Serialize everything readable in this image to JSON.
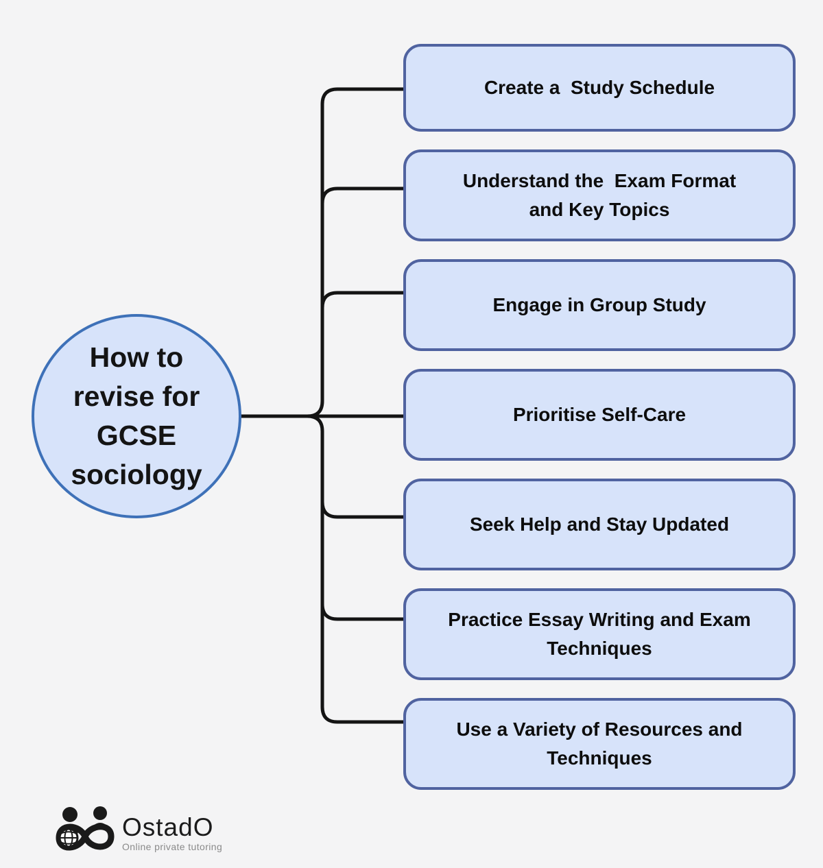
{
  "colors": {
    "background": "#f4f4f5",
    "node_fill": "#d7e3fa",
    "box_border": "#5063a0",
    "circle_border": "#3e71b8",
    "connector": "#141414",
    "box_text": "#0d0d0d",
    "logo_text": "#1c1c1c",
    "tagline_text": "#8a8a8a"
  },
  "diagram": {
    "center": {
      "label": "How to revise for GCSE sociology",
      "lines": [
        "How to",
        "revise for",
        "GCSE",
        "sociology"
      ]
    },
    "boxes": [
      {
        "label": "Create a  Study Schedule",
        "lines": [
          "Create a  Study Schedule"
        ]
      },
      {
        "label": "Understand the  Exam Format and Key Topics",
        "lines": [
          "Understand the  Exam Format",
          "and Key Topics"
        ]
      },
      {
        "label": "Engage in Group Study",
        "lines": [
          "Engage in Group Study"
        ]
      },
      {
        "label": "Prioritise Self-Care",
        "lines": [
          "Prioritise Self-Care"
        ]
      },
      {
        "label": "Seek Help and Stay Updated",
        "lines": [
          "Seek Help and Stay Updated"
        ]
      },
      {
        "label": "Practice Essay Writing and Exam Techniques",
        "lines": [
          "Practice Essay Writing and Exam",
          "Techniques"
        ]
      },
      {
        "label": "Use a Variety of Resources and Techniques",
        "lines": [
          "Use a Variety of Resources and",
          "Techniques"
        ]
      }
    ]
  },
  "logo": {
    "name": "OstadO",
    "tagline": "Online private tutoring",
    "icon": "ostado-infinity-people-globe-icon"
  }
}
